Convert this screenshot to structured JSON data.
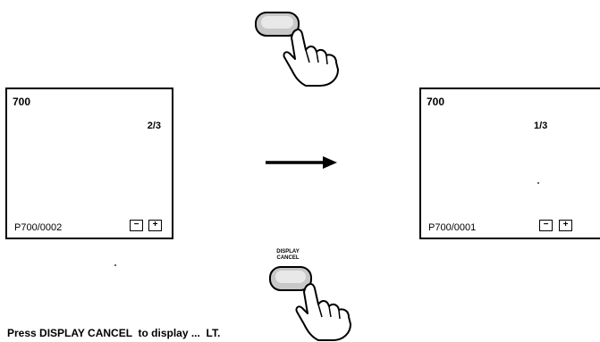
{
  "left_screen": {
    "number": "700",
    "page": "2/3",
    "file": "P700/0002",
    "minus": "−",
    "plus": "+"
  },
  "right_screen": {
    "number": "700",
    "page": "1/3",
    "file": "P700/0001",
    "minus": "−",
    "plus": "+"
  },
  "bottom_button": {
    "label_line1": "DISPLAY",
    "label_line2": "CANCEL"
  },
  "caption": "Press DISPLAY CANCEL  to display ...  LT."
}
